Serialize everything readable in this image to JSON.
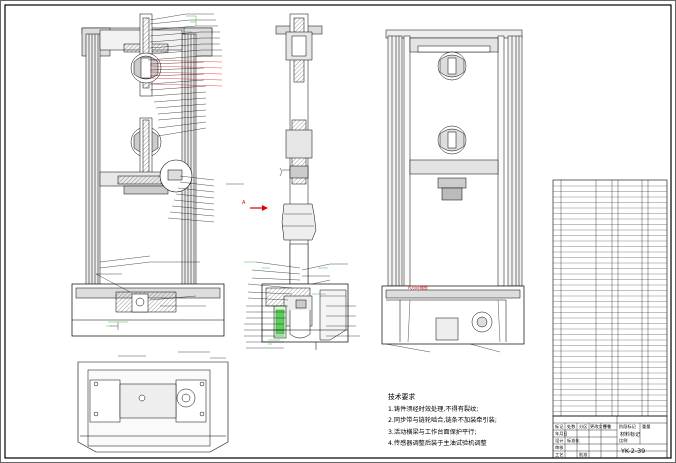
{
  "tech_requirements": {
    "title": "技术要求",
    "items": [
      "1.铸件须经时效处理,不得有裂纹;",
      "2.同步带与链轮啮合,链条不加装牵引装;",
      "3.活动横梁与工作台面保护平行;",
      "4.传感器调整后装于主油试验机调整"
    ]
  },
  "view_label": "A方向视图",
  "arrow_label": "A",
  "title_block": {
    "drawing_number": "YK-2-39",
    "cells": [
      "标记",
      "处数",
      "分区",
      "更改文件号",
      "签名",
      "年月日",
      "设计",
      "标准化",
      "阶段标记",
      "重量",
      "比例",
      "审核",
      "工艺",
      "批准"
    ],
    "name": "材料标记"
  },
  "colors": {
    "line": "#000000",
    "callout_green": "#00a000",
    "callout_red": "#e00000",
    "hatch": "#555555",
    "fill_grey": "#d8d8d8"
  }
}
